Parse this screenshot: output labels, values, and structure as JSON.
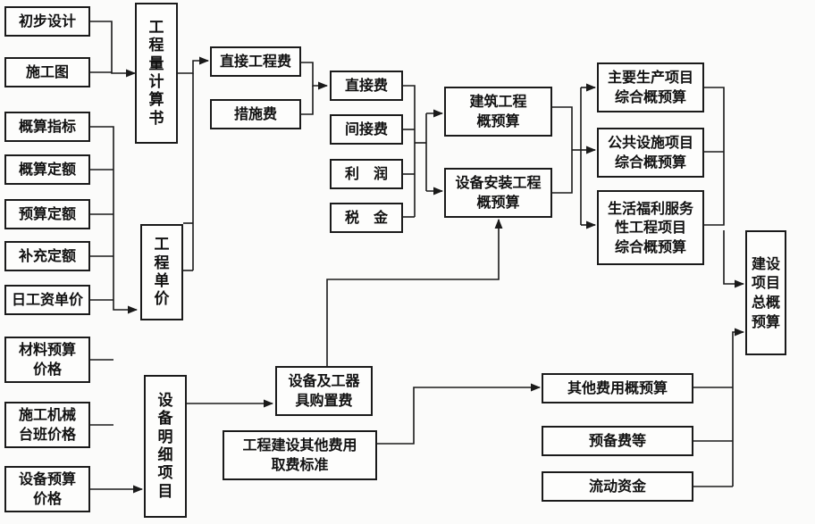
{
  "nodes": {
    "preliminary_design": "初步设计",
    "construction_drawing": "施工图",
    "estimate_index": "概算指标",
    "estimate_quota": "概算定额",
    "budget_quota": "预算定额",
    "supplementary_quota": "补充定额",
    "daily_wage": "日工资单价",
    "material_price": "材料预算\n价格",
    "machine_shift_price": "施工机械\n台班价格",
    "equipment_price": "设备预算\n价格",
    "quantity_book": "工\n程\n量\n计\n算\n书",
    "unit_price": "工\n程\n单\n价",
    "equipment_detail": "设\n备\n明\n细\n项\n目",
    "direct_engineering_cost": "直接工程费",
    "measure_cost": "措施费",
    "direct_cost": "直接费",
    "indirect_cost": "间接费",
    "profit": "利　润",
    "tax": "税　金",
    "building_estimate": "建筑工程\n概预算",
    "installation_estimate": "设备安装工程\n概预算",
    "main_production": "主要生产项目\n综合概预算",
    "public_facilities": "公共设施项目\n综合概预算",
    "welfare_service": "生活福利服务\n性工程项目\n综合概预算",
    "equipment_purchase": "设备及工器\n具购置费",
    "other_cost_standard": "工程建设其他费用\n取费标准",
    "other_costs": "其他费用概预算",
    "reserve": "预备费等",
    "working_capital": "流动资金",
    "total_estimate": "建设\n项目\n总概\n预算"
  }
}
